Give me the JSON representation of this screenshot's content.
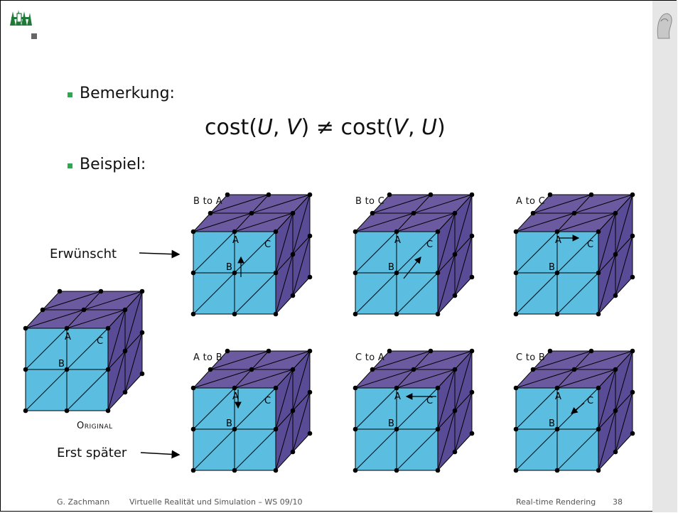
{
  "slide": {
    "bullets": [
      "Bemerkung:",
      "Beispiel:"
    ],
    "formula": {
      "lhs_func": "cost(",
      "lhs_u": "U",
      "comma1": ", ",
      "lhs_v": "V",
      "lhs_close": ")",
      "neq": " ≠ ",
      "rhs_func": "cost(",
      "rhs_v": "V",
      "comma2": ", ",
      "rhs_u": "U",
      "rhs_close": ")"
    }
  },
  "figure": {
    "labels": {
      "desired": "Erwünscht",
      "later": "Erst später",
      "original": "Original"
    },
    "cubes": [
      {
        "title": "B to A"
      },
      {
        "title": "B to C"
      },
      {
        "title": "A to C"
      },
      {
        "title": "A to B"
      },
      {
        "title": "C to A"
      },
      {
        "title": "C to B"
      }
    ],
    "vertex_letters": [
      "A",
      "B",
      "C"
    ]
  },
  "footer": {
    "author": "G. Zachmann",
    "course": "Virtuelle Realität und Simulation – WS 09/10",
    "topic": "Real-time Rendering",
    "page": "38"
  },
  "colors": {
    "front": "#5bbde0",
    "top": "#6b5aa0",
    "side": "#5a4b96",
    "bullet": "#2da84f"
  }
}
